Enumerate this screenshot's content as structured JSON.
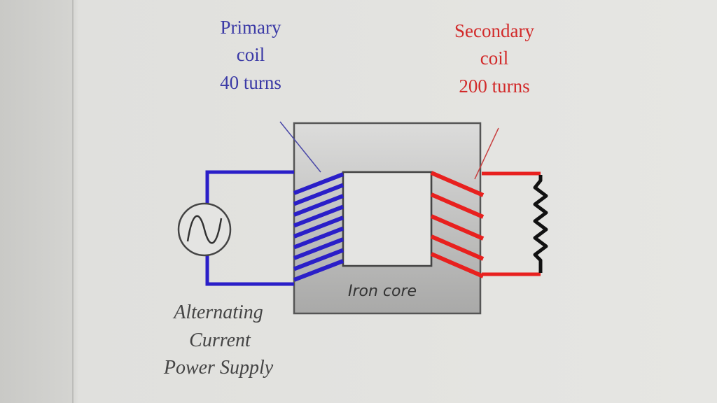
{
  "primary": {
    "line1": "Primary",
    "line2": "coil",
    "line3": "40 turns",
    "color": "#3b3aa6"
  },
  "secondary": {
    "line1": "Secondary",
    "line2": "coil",
    "line3": "200 turns",
    "color": "#d22a2a"
  },
  "core": {
    "label": "Iron core"
  },
  "supply": {
    "line1": "Alternating",
    "line2": "Current",
    "line3": "Power Supply"
  },
  "colors": {
    "primary_wire": "#2a1ec8",
    "secondary_wire": "#e8201e",
    "resistor": "#111111"
  }
}
